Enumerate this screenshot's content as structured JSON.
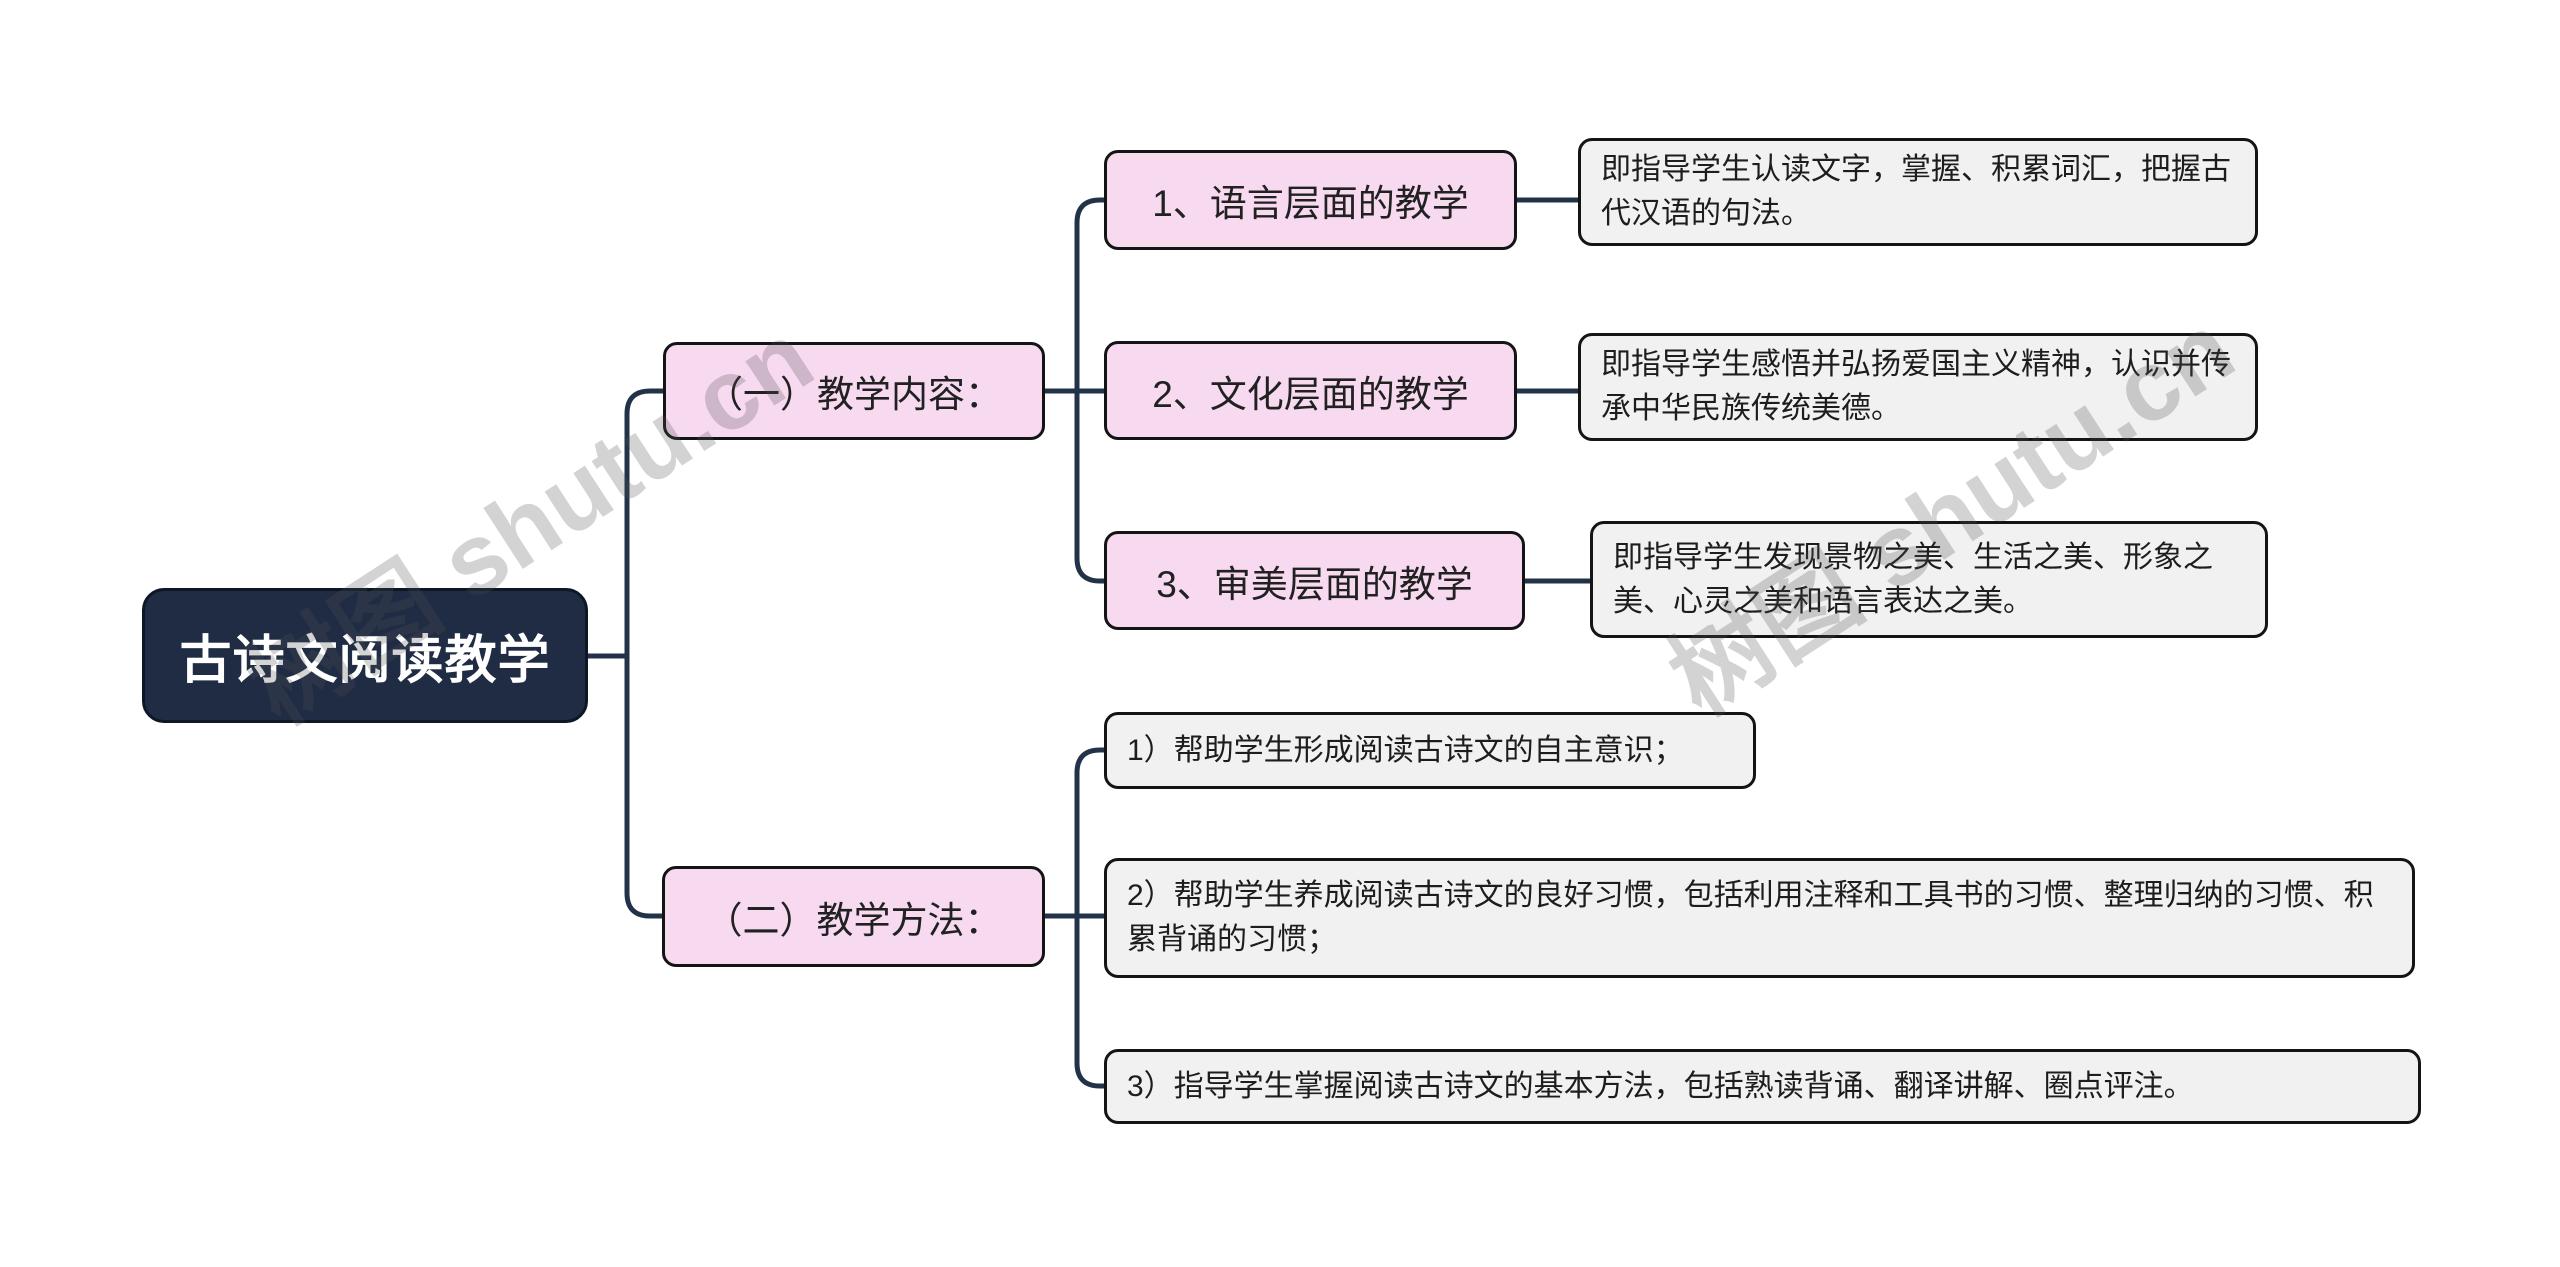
{
  "root": {
    "label": "古诗文阅读教学"
  },
  "branch1": {
    "label": "（一）教学内容：",
    "items": [
      {
        "label": "1、语言层面的教学",
        "desc": "即指导学生认读文字，掌握、积累词汇，把握古代汉语的句法。"
      },
      {
        "label": "2、文化层面的教学",
        "desc": "即指导学生感悟并弘扬爱国主义精神，认识并传承中华民族传统美德。"
      },
      {
        "label": "3、审美层面的教学",
        "desc": "即指导学生发现景物之美、生活之美、形象之美、心灵之美和语言表达之美。"
      }
    ]
  },
  "branch2": {
    "label": "（二）教学方法：",
    "items": [
      {
        "desc": "1）帮助学生形成阅读古诗文的自主意识；"
      },
      {
        "desc": "2）帮助学生养成阅读古诗文的良好习惯，包括利用注释和工具书的习惯、整理归纳的习惯、积累背诵的习惯；"
      },
      {
        "desc": "3）指导学生掌握阅读古诗文的基本方法，包括熟读背诵、翻译讲解、圈点评注。"
      }
    ]
  },
  "watermark": {
    "text": "树图 shutu.cn"
  },
  "colors": {
    "background": "#ffffff",
    "root_fill": "#1f2c44",
    "root_text": "#ffffff",
    "topic_fill": "#f7d9f0",
    "desc_fill": "#f1f1f1",
    "node_border": "#141414",
    "connector": "#223349",
    "watermark": "#c9c9c9"
  }
}
